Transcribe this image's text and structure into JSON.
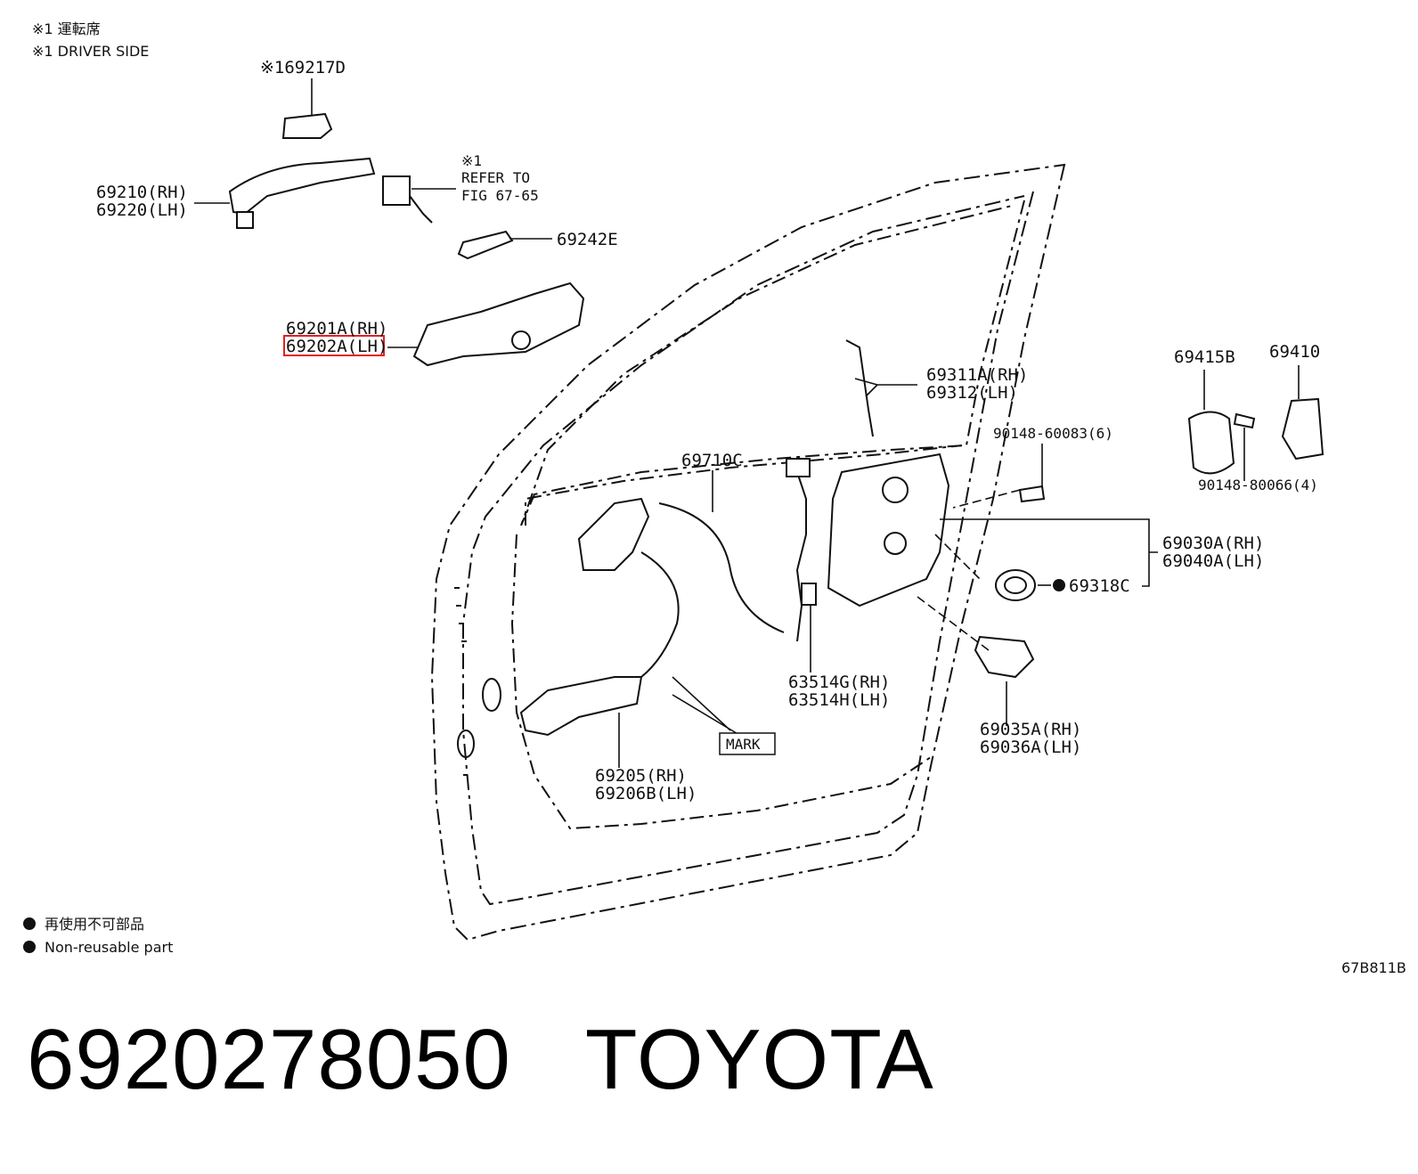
{
  "notes": {
    "jp_driver": "※1 運転席",
    "en_driver": "※1 DRIVER SIDE",
    "jp_nonreusable": "再使用不可部品",
    "en_nonreusable": "Non-reusable part",
    "fig_code": "67B811B"
  },
  "labels": {
    "p69217D": "※169217D",
    "p69210": "69210(RH)",
    "p69220": "69220(LH)",
    "ref1": "※1",
    "ref2": "REFER TO",
    "ref3": "FIG 67-65",
    "p69242E": "69242E",
    "p69201A": "69201A(RH)",
    "p69202A": "69202A(LH)",
    "p69311A": "69311A(RH)",
    "p69312": "69312(LH)",
    "p69710C": "69710C",
    "p90148_60083": "90148-60083(6)",
    "p69415B": "69415B",
    "p69410": "69410",
    "p90148_80066": "90148-80066(4)",
    "p69030A": "69030A(RH)",
    "p69040A": "69040A(LH)",
    "p69318C": "69318C",
    "p63514G": "63514G(RH)",
    "p63514H": "63514H(LH)",
    "p69035A": "69035A(RH)",
    "p69036A": "69036A(LH)",
    "mark": "MARK",
    "p69205": "69205(RH)",
    "p69206B": "69206B(LH)"
  },
  "footer": {
    "part_number": "6920278050",
    "brand": "TOYOTA"
  },
  "highlight_color": "#e02020"
}
